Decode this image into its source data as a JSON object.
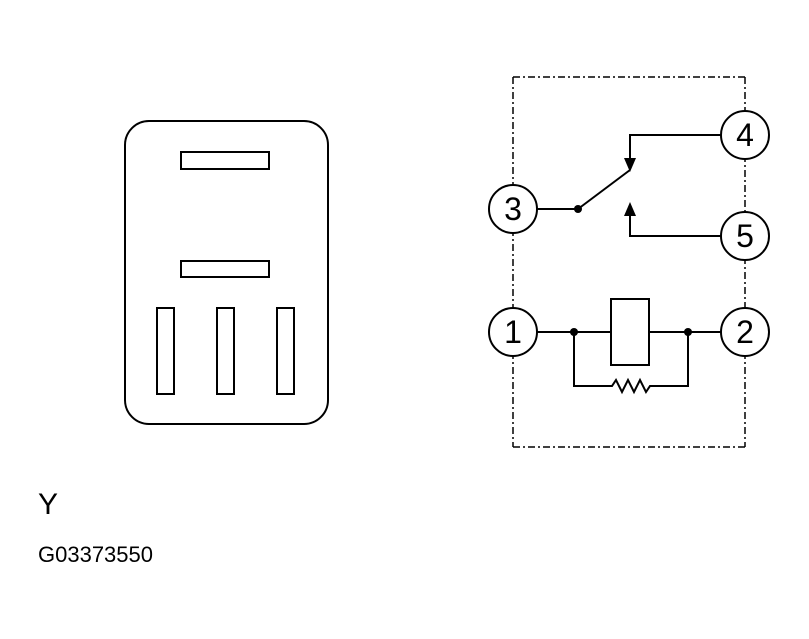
{
  "terminals": [
    {
      "id": "1",
      "label": "1"
    },
    {
      "id": "2",
      "label": "2"
    },
    {
      "id": "3",
      "label": "3"
    },
    {
      "id": "4",
      "label": "4"
    },
    {
      "id": "5",
      "label": "5"
    }
  ],
  "caption": {
    "letter": "Y",
    "code": "G03373550"
  }
}
